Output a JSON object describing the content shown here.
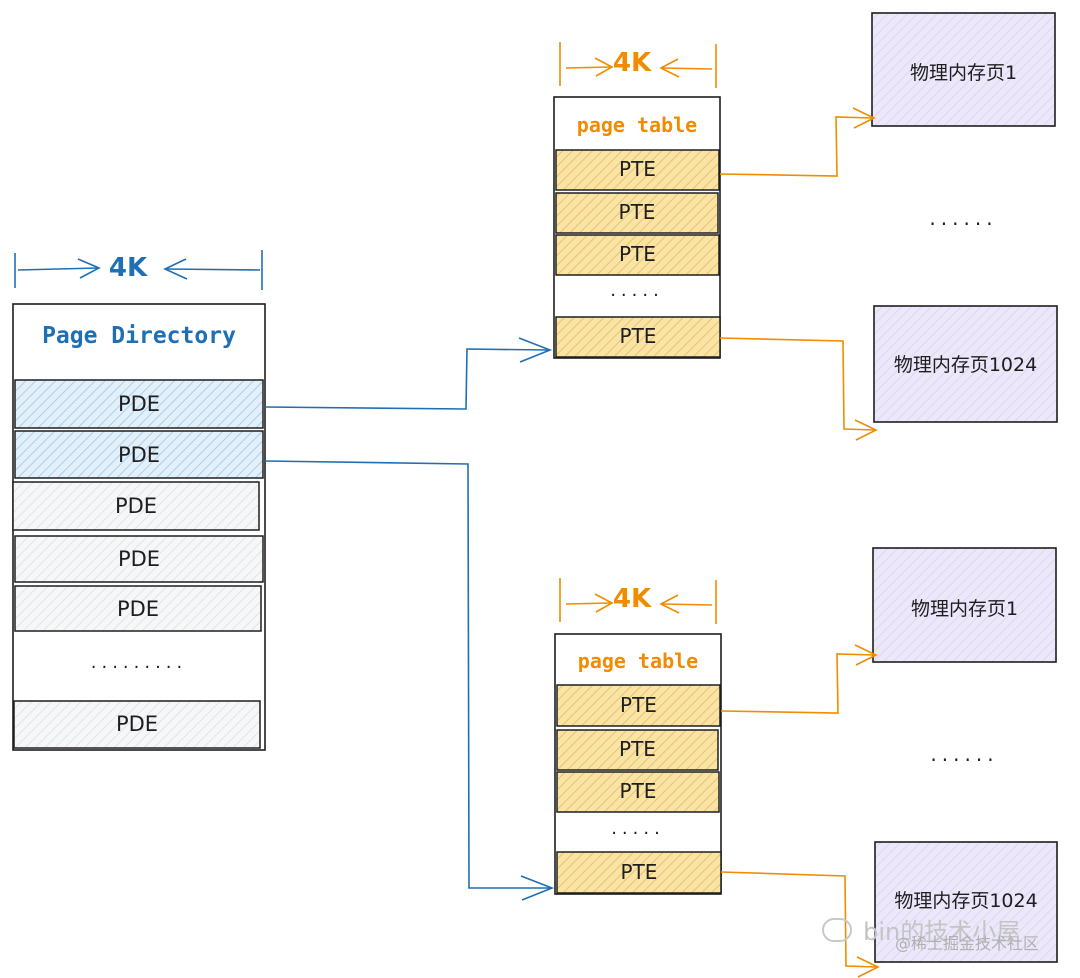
{
  "page_directory": {
    "size_label": "4K",
    "title": "Page Directory",
    "entries": [
      "PDE",
      "PDE",
      "PDE",
      "PDE",
      "PDE",
      "PDE"
    ],
    "ellipsis": "........."
  },
  "page_tables": [
    {
      "size_label": "4K",
      "title": "page table",
      "entries": [
        "PTE",
        "PTE",
        "PTE",
        "PTE"
      ],
      "ellipsis": "....."
    },
    {
      "size_label": "4K",
      "title": "page table",
      "entries": [
        "PTE",
        "PTE",
        "PTE",
        "PTE"
      ],
      "ellipsis": "....."
    }
  ],
  "memory_groups": [
    {
      "first_page": "物理内存页1",
      "ellipsis": "......",
      "last_page": "物理内存页1024"
    },
    {
      "first_page": "物理内存页1",
      "ellipsis": "......",
      "last_page": "物理内存页1024"
    }
  ],
  "watermark": {
    "main": "bin的技术小屋",
    "sub": "@稀土掘金技术社区"
  },
  "colors": {
    "blue": "#1f6fb5",
    "orange": "#f08c00",
    "pde_highlight": "#d0e7f7",
    "pte_fill": "#f5d88a",
    "memory_fill": "#e5e0f7"
  }
}
